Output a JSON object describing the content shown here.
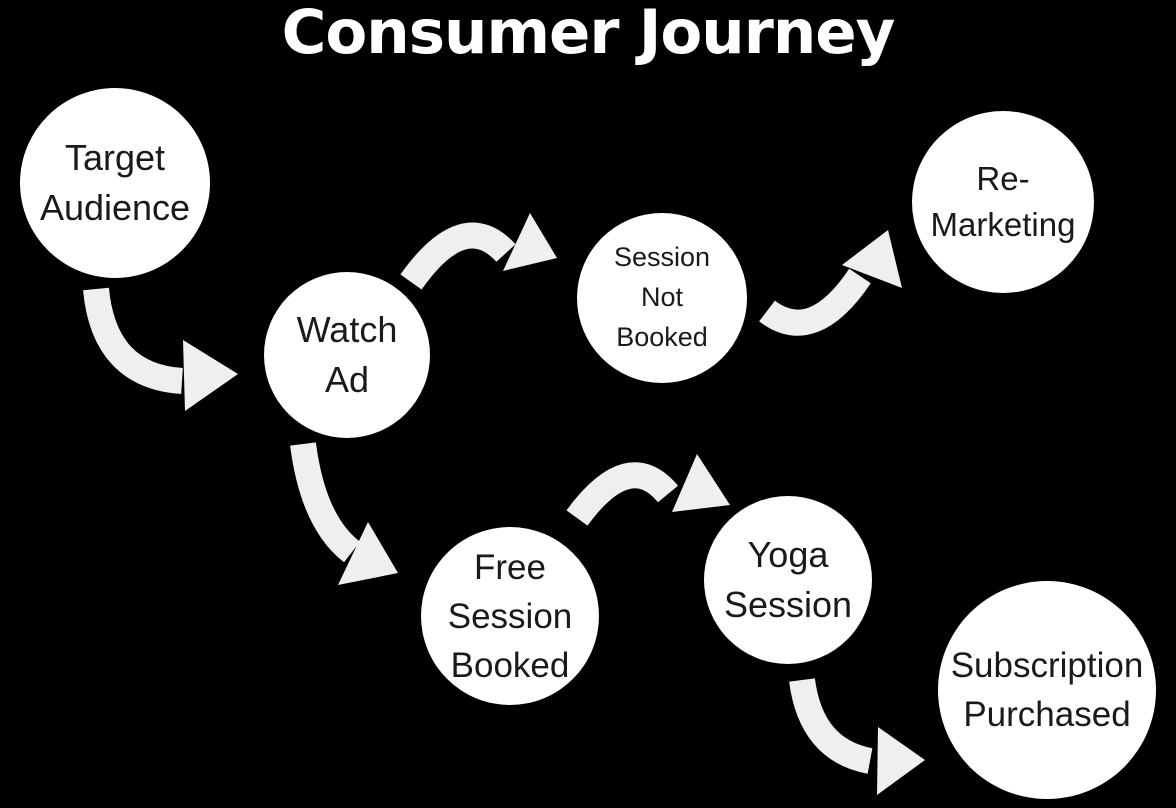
{
  "title": "Consumer Journey",
  "colors": {
    "background": "#000000",
    "node_fill": "#ffffff",
    "node_text": "#1a1a1a",
    "arrow": "#efefef",
    "title_text": "#ffffff"
  },
  "nodes": [
    {
      "id": "target-audience",
      "label": "Target\nAudience"
    },
    {
      "id": "watch-ad",
      "label": "Watch\nAd"
    },
    {
      "id": "session-not-booked",
      "label": "Session\nNot\nBooked"
    },
    {
      "id": "re-marketing",
      "label": "Re-\nMarketing"
    },
    {
      "id": "free-session-booked",
      "label": "Free\nSession\nBooked"
    },
    {
      "id": "yoga-session",
      "label": "Yoga\nSession"
    },
    {
      "id": "subscription-purchased",
      "label": "Subscription\nPurchased"
    }
  ],
  "edges": [
    {
      "from": "target-audience",
      "to": "watch-ad"
    },
    {
      "from": "watch-ad",
      "to": "session-not-booked"
    },
    {
      "from": "session-not-booked",
      "to": "re-marketing"
    },
    {
      "from": "watch-ad",
      "to": "free-session-booked"
    },
    {
      "from": "free-session-booked",
      "to": "yoga-session"
    },
    {
      "from": "yoga-session",
      "to": "subscription-purchased"
    }
  ]
}
